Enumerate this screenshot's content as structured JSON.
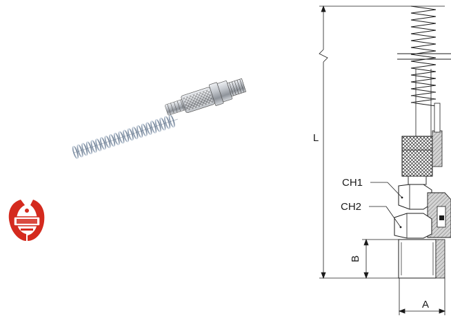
{
  "labels": {
    "ch1": "CH1",
    "ch2": "CH2",
    "length": "L",
    "thread_height": "B",
    "thread_diameter": "A"
  },
  "colors": {
    "logo_red": "#d42a1e",
    "metal": "#b8bcc2",
    "line": "#1a1a1a",
    "hatch_fill": "#c8c8c8"
  },
  "icons": {
    "logo": "brand-logo",
    "product_photo": "spring-fitting-photo"
  }
}
